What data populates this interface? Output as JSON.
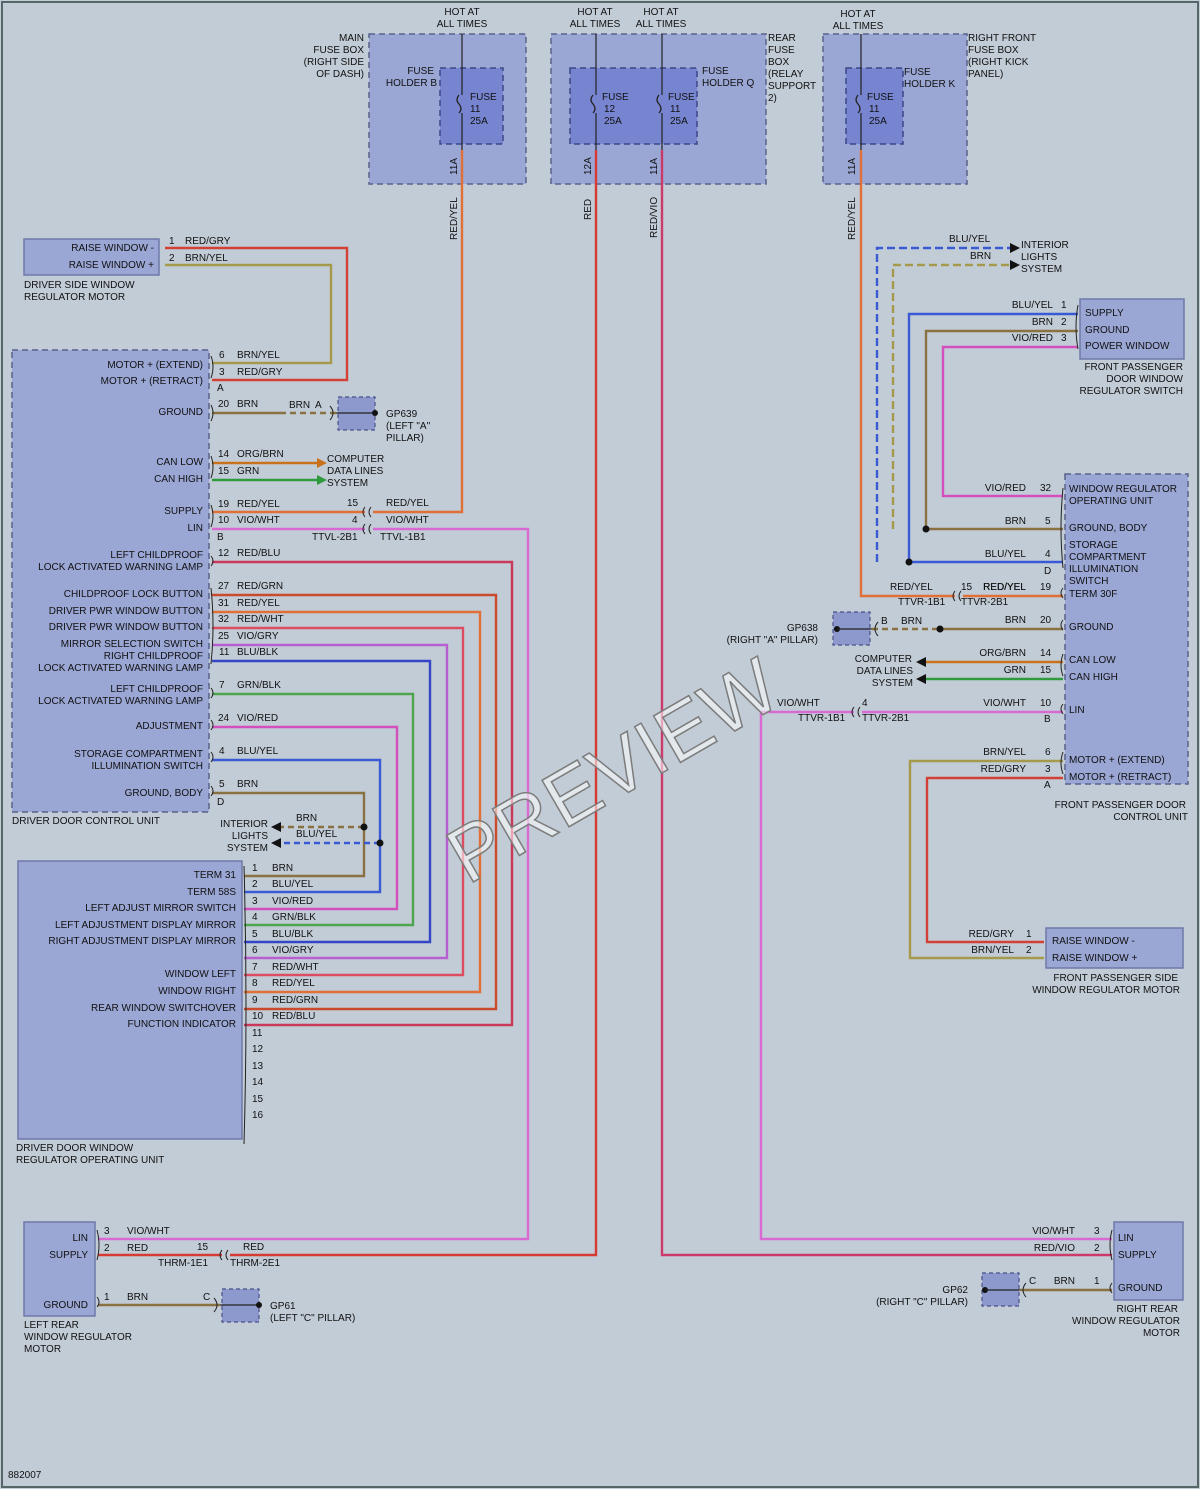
{
  "colors": {
    "red": "#d63a32",
    "redgry": "#d24036",
    "brnyel": "#a59a4c",
    "brn": "#8a7142",
    "orgbrn": "#c8731c",
    "grn": "#2f9a3c",
    "viored": "#d34fbe",
    "viowht": "#d96ad3",
    "redblu": "#c93a5a",
    "redgrn": "#cb4a2e",
    "redyel": "#e07038",
    "redwht": "#dc4d62",
    "viogry": "#b75ed0",
    "blublk": "#3446c6",
    "grnblk": "#4fa44e",
    "bluyel": "#3a5ad4"
  },
  "fuses": {
    "hot1": [
      "HOT AT",
      "ALL TIMES"
    ],
    "hot2": [
      "HOT AT",
      "ALL TIMES"
    ],
    "hot3": [
      "HOT AT",
      "ALL TIMES"
    ],
    "hot4": [
      "HOT AT",
      "ALL TIMES"
    ],
    "main": [
      "MAIN",
      "FUSE BOX",
      "(RIGHT SIDE",
      "OF DASH)"
    ],
    "holder_b": [
      "FUSE",
      "HOLDER B"
    ],
    "fuse_b": [
      "FUSE",
      "11",
      "25A"
    ],
    "rear": [
      "REAR",
      "FUSE",
      "BOX",
      "(RELAY",
      "SUPPORT",
      "2)"
    ],
    "holder_q": [
      "FUSE",
      "HOLDER Q"
    ],
    "fuse_q12": [
      "FUSE",
      "12",
      "25A"
    ],
    "fuse_q11": [
      "FUSE",
      "11",
      "25A"
    ],
    "rf": [
      "RIGHT FRONT",
      "FUSE BOX",
      "(RIGHT KICK",
      "PANEL)"
    ],
    "holder_k": [
      "FUSE",
      "HOLDER K"
    ],
    "fuse_k": [
      "FUSE",
      "11",
      "25A"
    ],
    "w11a_1": "11A",
    "w12a": "12A",
    "w11a_2": "11A",
    "w11a_3": "11A",
    "wc1": "RED/YEL",
    "wc2": "RED",
    "wc3": "RED/VIO",
    "wc4": "RED/YEL"
  },
  "left": {
    "dsw_motor": {
      "pins": [
        "RAISE WINDOW -",
        "RAISE WINDOW +"
      ],
      "nums": [
        "1",
        "2"
      ],
      "wires": [
        "RED/GRY",
        "BRN/YEL"
      ],
      "name": [
        "DRIVER SIDE WINDOW",
        "REGULATOR MOTOR"
      ]
    },
    "ddcu": {
      "pins": [
        "MOTOR + (EXTEND)",
        "MOTOR + (RETRACT)",
        "GROUND",
        "CAN LOW",
        "CAN HIGH",
        "SUPPLY",
        "LIN",
        "LEFT CHILDPROOF",
        "LOCK ACTIVATED WARNING LAMP",
        "CHILDPROOF LOCK BUTTON",
        "DRIVER PWR WINDOW BUTTON",
        "DRIVER PWR WINDOW BUTTON",
        "MIRROR SELECTION SWITCH",
        "RIGHT CHILDPROOF",
        "LOCK ACTIVATED WARNING LAMP",
        "LEFT CHILDPROOF",
        "LOCK ACTIVATED WARNING LAMP",
        "ADJUSTMENT",
        "STORAGE COMPARTMENT",
        "ILLUMINATION SWITCH",
        "GROUND, BODY"
      ],
      "nums": [
        "6",
        "3",
        "20",
        "14",
        "15",
        "19",
        "10",
        "12",
        "27",
        "31",
        "32",
        "25",
        "11",
        "7",
        "24",
        "4",
        "5"
      ],
      "wires": [
        "BRN/YEL",
        "RED/GRY",
        "BRN",
        "ORG/BRN",
        "GRN",
        "RED/YEL",
        "VIO/WHT",
        "RED/BLU",
        "RED/GRN",
        "RED/YEL",
        "RED/WHT",
        "VIO/GRY",
        "BLU/BLK",
        "GRN/BLK",
        "VIO/RED",
        "BLU/YEL",
        "BRN"
      ],
      "conn": [
        "A",
        "B",
        "D"
      ],
      "name": "DRIVER DOOR CONTROL UNIT"
    },
    "gp639": {
      "wire": "BRN",
      "conn": "A",
      "label": [
        "GP639",
        "(LEFT \"A\"",
        "PILLAR)"
      ]
    },
    "can": [
      "COMPUTER",
      "DATA LINES",
      "SYSTEM"
    ],
    "splice1": {
      "n1": "15",
      "w1": "RED/YEL",
      "n2": "4",
      "w2": "VIO/WHT",
      "c1": "TTVL-2B1",
      "c2": "TTVL-1B1"
    },
    "interior": {
      "text": [
        "INTERIOR",
        "LIGHTS",
        "SYSTEM"
      ],
      "w1": "BRN",
      "w2": "BLU/YEL"
    },
    "ddwr": {
      "pins": [
        "TERM 31",
        "TERM 58S",
        "LEFT ADJUST MIRROR SWITCH",
        "LEFT ADJUSTMENT DISPLAY MIRROR",
        "RIGHT ADJUSTMENT DISPLAY MIRROR",
        "WINDOW LEFT",
        "WINDOW RIGHT",
        "REAR WINDOW SWITCHOVER",
        "FUNCTION INDICATOR"
      ],
      "nums": [
        "1",
        "2",
        "3",
        "4",
        "5",
        "6",
        "7",
        "8",
        "9",
        "10",
        "11",
        "12",
        "13",
        "14",
        "15",
        "16"
      ],
      "wires": [
        "BRN",
        "BLU/YEL",
        "VIO/RED",
        "GRN/BLK",
        "BLU/BLK",
        "VIO/GRY",
        "RED/WHT",
        "RED/YEL",
        "RED/GRN",
        "RED/BLU"
      ],
      "name": [
        "DRIVER DOOR WINDOW",
        "REGULATOR OPERATING UNIT"
      ]
    },
    "lrm": {
      "pins": [
        "LIN",
        "SUPPLY",
        "GROUND"
      ],
      "nums": [
        "3",
        "2",
        "1"
      ],
      "wires": [
        "VIO/WHT",
        "RED",
        "BRN"
      ],
      "splice": {
        "n": "15",
        "w": "RED",
        "c1": "THRM-1E1",
        "c2": "THRM-2E1"
      },
      "gnd": {
        "conn": "C",
        "label": [
          "GP61",
          "(LEFT \"C\" PILLAR)"
        ]
      },
      "name": [
        "LEFT REAR",
        "WINDOW REGULATOR",
        "MOTOR"
      ]
    }
  },
  "right": {
    "interior": {
      "text": [
        "INTERIOR",
        "LIGHTS",
        "SYSTEM"
      ],
      "w1": "BLU/YEL",
      "w2": "BRN"
    },
    "fps": {
      "pins": [
        "SUPPLY",
        "GROUND",
        "POWER WINDOW"
      ],
      "nums": [
        "1",
        "2",
        "3"
      ],
      "wires": [
        "BLU/YEL",
        "BRN",
        "VIO/RED"
      ],
      "name": [
        "FRONT PASSENGER",
        "DOOR WINDOW",
        "REGULATOR SWITCH"
      ]
    },
    "wrou": {
      "pins": [
        "WINDOW REGULATOR",
        "OPERATING UNIT",
        "GROUND, BODY",
        "STORAGE",
        "COMPARTMENT",
        "ILLUMINATION",
        "SWITCH",
        "TERM 30F",
        "GROUND",
        "CAN LOW",
        "CAN HIGH",
        "LIN",
        "MOTOR + (EXTEND)",
        "MOTOR + (RETRACT)"
      ],
      "nums": [
        "32",
        "5",
        "4",
        "19",
        "20",
        "14",
        "15",
        "10",
        "6",
        "3"
      ],
      "wires": [
        "VIO/RED",
        "BRN",
        "BLU/YEL",
        "RED/YEL",
        "BRN",
        "ORG/BRN",
        "GRN",
        "VIO/WHT",
        "BRN/YEL",
        "RED/GRY"
      ],
      "conn": [
        "D",
        "B",
        "A"
      ],
      "name": [
        "FRONT PASSENGER DOOR",
        "CONTROL UNIT"
      ]
    },
    "splice_t": {
      "w1": "RED/YEL",
      "n": "15",
      "w2": "RED/YEL",
      "c1": "TTVR-1B1",
      "c2": "TTVR-2B1"
    },
    "gp638": {
      "label": [
        "GP638",
        "(RIGHT \"A\" PILLAR)"
      ],
      "conn": "B",
      "wire": "BRN"
    },
    "can": [
      "COMPUTER",
      "DATA LINES",
      "SYSTEM"
    ],
    "splice_lin": {
      "w1": "VIO/WHT",
      "n": "4",
      "c1": "TTVR-1B1",
      "c2": "TTVR-2B1"
    },
    "fpm": {
      "pins": [
        "RAISE WINDOW -",
        "RAISE WINDOW +"
      ],
      "nums": [
        "1",
        "2"
      ],
      "wires": [
        "RED/GRY",
        "BRN/YEL"
      ],
      "name": [
        "FRONT PASSENGER SIDE",
        "WINDOW REGULATOR MOTOR"
      ]
    },
    "rrm": {
      "pins": [
        "LIN",
        "SUPPLY",
        "GROUND"
      ],
      "nums": [
        "3",
        "2",
        "1"
      ],
      "wires": [
        "VIO/WHT",
        "RED/VIO",
        "BRN"
      ],
      "gnd": {
        "conn": "C",
        "label": [
          "GP62",
          "(RIGHT \"C\" PILLAR)"
        ]
      },
      "name": [
        "RIGHT REAR",
        "WINDOW REGULATOR",
        "MOTOR"
      ]
    }
  },
  "diagram_id": "882007",
  "watermark": "PREVIEW"
}
